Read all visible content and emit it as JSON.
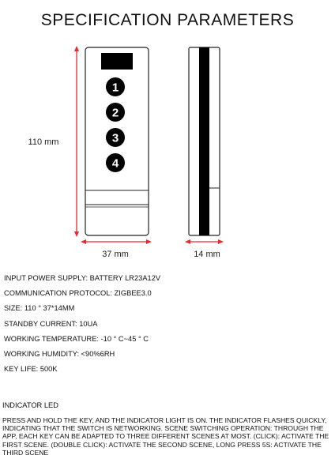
{
  "header": {
    "title": "SPECIFICATION PARAMETERS"
  },
  "dimensions": {
    "height_label": "110 mm",
    "width_label": "37 mm",
    "depth_label": "14 mm"
  },
  "remote": {
    "buttons": [
      "1",
      "2",
      "3",
      "4"
    ],
    "body_color": "#ffffff",
    "button_color": "#000000",
    "dimension_line_color": "#e8292f"
  },
  "specs": [
    "INPUT POWER SUPPLY: BATTERY LR23A12V",
    "COMMUNICATION PROTOCOL: ZIGBEE3.0",
    "SIZE: 110 ° 37*14MM",
    "STANDBY CURRENT: 10UA",
    "WORKING TEMPERATURE: -10 ° C~45 ° C",
    "WORKING HUMIDITY: <90%6RH",
    "KEY LIFE: 500K"
  ],
  "indicator": {
    "title": "INDICATOR LED",
    "description": "PRESS AND HOLD THE KEY, AND THE INDICATOR LIGHT IS ON. THE INDICATOR FLASHES QUICKLY, INDICATING THAT THE SWITCH IS NETWORKING. SCENE SWITCHING OPERATION: THROUGH THE APP, EACH KEY CAN BE ADAPTED TO THREE DIFFERENT SCENES AT MOST. (CLICK): ACTIVATE THE FIRST SCENE. (DOUBLE CLICK): ACTIVATE THE SECOND SCENE, LONG PRESS 5S: ACTIVATE THE THIRD SCENE"
  }
}
